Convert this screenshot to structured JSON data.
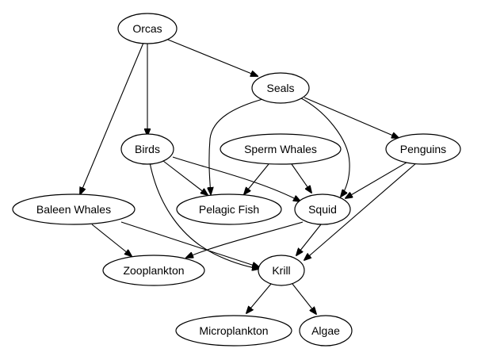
{
  "nodes": {
    "orcas": "Orcas",
    "seals": "Seals",
    "birds": "Birds",
    "sperm_whales": "Sperm Whales",
    "penguins": "Penguins",
    "baleen_whales": "Baleen Whales",
    "pelagic_fish": "Pelagic Fish",
    "squid": "Squid",
    "zooplankton": "Zooplankton",
    "krill": "Krill",
    "microplankton": "Microplankton",
    "algae": "Algae"
  },
  "edges": [
    {
      "from": "Orcas",
      "to": "Seals"
    },
    {
      "from": "Orcas",
      "to": "Birds"
    },
    {
      "from": "Orcas",
      "to": "Baleen Whales"
    },
    {
      "from": "Seals",
      "to": "Pelagic Fish"
    },
    {
      "from": "Seals",
      "to": "Squid"
    },
    {
      "from": "Seals",
      "to": "Penguins"
    },
    {
      "from": "Birds",
      "to": "Pelagic Fish"
    },
    {
      "from": "Birds",
      "to": "Squid"
    },
    {
      "from": "Birds",
      "to": "Krill"
    },
    {
      "from": "Sperm Whales",
      "to": "Pelagic Fish"
    },
    {
      "from": "Sperm Whales",
      "to": "Squid"
    },
    {
      "from": "Penguins",
      "to": "Squid"
    },
    {
      "from": "Penguins",
      "to": "Krill"
    },
    {
      "from": "Baleen Whales",
      "to": "Zooplankton"
    },
    {
      "from": "Baleen Whales",
      "to": "Krill"
    },
    {
      "from": "Squid",
      "to": "Zooplankton"
    },
    {
      "from": "Squid",
      "to": "Krill"
    },
    {
      "from": "Krill",
      "to": "Microplankton"
    },
    {
      "from": "Krill",
      "to": "Algae"
    }
  ]
}
